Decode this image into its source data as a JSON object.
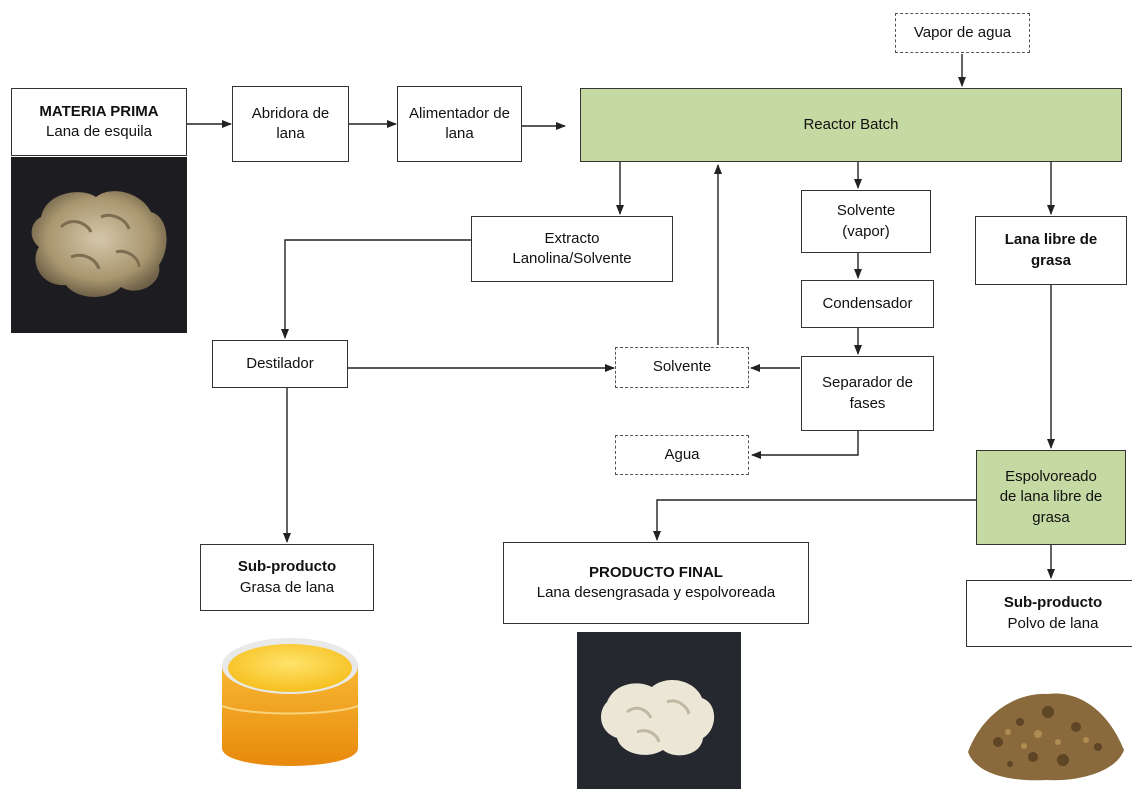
{
  "materia_prima": {
    "title": "MATERIA PRIMA",
    "subtitle": "Lana de esquila"
  },
  "abridora": "Abridora de lana",
  "alimentador": "Alimentador de lana",
  "vapor_agua": "Vapor de agua",
  "reactor": "Reactor Batch",
  "extracto": {
    "line1": "Extracto",
    "line2": "Lanolina/Solvente"
  },
  "solvente_vapor": {
    "line1": "Solvente",
    "line2": "(vapor)"
  },
  "condensador": "Condensador",
  "separador": {
    "line1": "Separador de",
    "line2": "fases"
  },
  "destilador": "Destilador",
  "solvente": "Solvente",
  "agua": "Agua",
  "lana_libre": {
    "line1": "Lana libre de",
    "line2": "grasa"
  },
  "espolvoreado": {
    "line1": "Espolvoreado",
    "line2": "de lana libre de",
    "line3": "grasa"
  },
  "subproducto_grasa": {
    "title": "Sub-producto",
    "subtitle": "Grasa de lana"
  },
  "producto_final": {
    "title": "PRODUCTO FINAL",
    "subtitle": "Lana desengrasada y espolvoreada"
  },
  "subproducto_polvo": {
    "title": "Sub-producto",
    "subtitle": "Polvo de lana"
  },
  "colors": {
    "green_fill": "#c5d9a2",
    "line": "#222222"
  }
}
